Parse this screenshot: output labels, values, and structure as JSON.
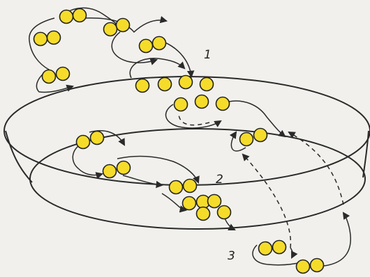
{
  "figure": {
    "labels": {
      "one": "1",
      "two": "2",
      "three": "3"
    }
  },
  "colors": {
    "background": "#f1f0ec",
    "line": "#2a2a2a",
    "bead_fill": "#f6dc2a",
    "bead_stroke": "#222222"
  }
}
